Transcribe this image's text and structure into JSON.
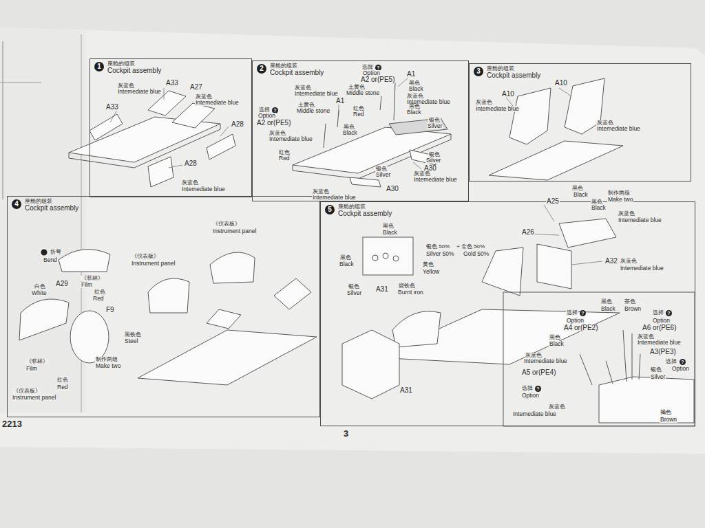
{
  "diagram": {
    "nodes": [
      {
        "text": [
          "1",
          "座舱的组装",
          "Cockpit assembly"
        ]
      },
      {
        "text": [
          "2",
          "座舱的组装",
          "Cockpit assembly"
        ]
      },
      {
        "text": [
          "3",
          "座舱的组装",
          "Cockpit assembly"
        ]
      },
      {
        "text": [
          "4",
          "座舱的组装",
          "Cockpit assembly"
        ]
      },
      {
        "text": [
          "5",
          "座舱的组装",
          "Cockpit assembly"
        ]
      }
    ],
    "labels": [
      "灰蓝色",
      "Intemediate blue",
      "A33",
      "A27",
      "灰蓝色",
      "Intemediate blue",
      "A33",
      "A28",
      "A28",
      "灰蓝色",
      "Intemediate blue",
      "选择",
      "?",
      "Option",
      "A2 or(PE5)",
      "A1",
      "黑色",
      "Black",
      "灰蓝色",
      "Intemediate blue",
      "土黄色",
      "Middle stone",
      "灰蓝色",
      "Intemediate blue",
      "A1",
      "黑色",
      "Black",
      "红色",
      "Red",
      "土黄色",
      "Middle stone",
      "选择",
      "?",
      "Option",
      "A2 or(PE5)",
      "黑色",
      "Black",
      "银色",
      "Silver",
      "灰蓝色",
      "Intemediate blue",
      "红色",
      "Red",
      "银色",
      "Silver",
      "A30",
      "银色",
      "Silver",
      "灰蓝色",
      "Intemediate blue",
      "A30",
      "灰蓝色",
      "Intemediate blue",
      "A10",
      "A10",
      "灰蓝色",
      "Intemediate blue",
      "灰蓝色",
      "Intemediate blue",
      "《仪表板》",
      "Instrument panel",
      "折弯",
      "Bend",
      "《仪表板》",
      "Instrument panel",
      "《菲林》",
      "Film",
      "A29",
      "白色",
      "White",
      "红色",
      "Red",
      "F9",
      "黑铁色",
      "Steel",
      "制作两组",
      "Make two",
      "《菲林》",
      "Film",
      "红色",
      "Red",
      "《仪表板》",
      "Instrument panel",
      "黑色",
      "Black",
      "黑色",
      "Black",
      "银色 50%",
      "Silver 50%",
      "+ 金色 50%",
      "Gold 50%",
      "黄色",
      "Yellow",
      "银色",
      "Silver",
      "A31",
      "烧铁色",
      "Burnt iron",
      "黑色",
      "Black",
      "制作两组",
      "Make two",
      "A25",
      "黑色",
      "Black",
      "灰蓝色",
      "Intemediate blue",
      "A26",
      "A32",
      "灰蓝色",
      "Intemediate blue",
      "A31",
      "黑色",
      "Black",
      "茶色",
      "Brown",
      "选择",
      "?",
      "Option",
      "A4 or(PE2)",
      "选择",
      "?",
      "Option",
      "A6 or(PE6)",
      "灰蓝色",
      "Intemediate blue",
      "黑色",
      "Black",
      "A3(PE3)",
      "灰蓝色",
      "Intemediate blue",
      "选择",
      "?",
      "Option",
      "银色",
      "Silver",
      "A5 or(PE4)",
      "选择",
      "?",
      "Option",
      "灰蓝色",
      "Intemediate blue",
      "褐色",
      "Brown",
      "2213",
      "3"
    ]
  }
}
